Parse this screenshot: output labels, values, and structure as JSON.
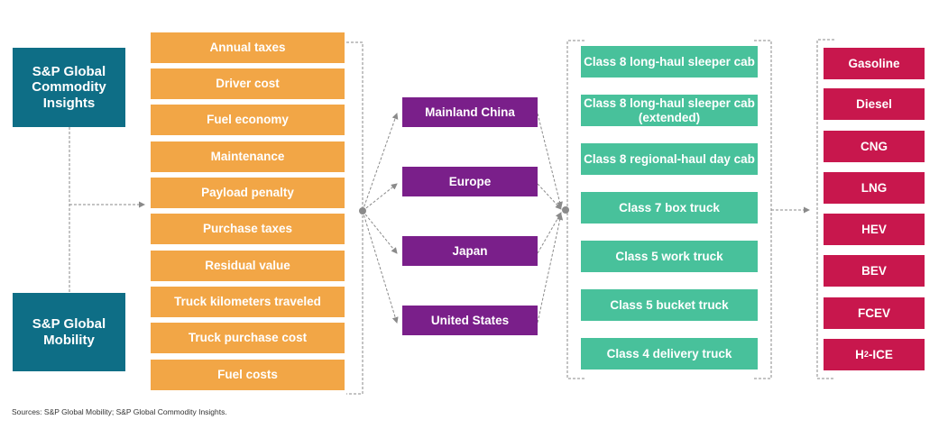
{
  "colors": {
    "source": "#0e6e86",
    "factor": "#f2a646",
    "region": "#7a1f8a",
    "truck": "#48c19b",
    "fuel": "#c8174d",
    "connector": "#8a8a8a"
  },
  "sources": [
    "S&P Global Commodity Insights",
    "S&P Global Mobility"
  ],
  "factors": [
    "Annual taxes",
    "Driver cost",
    "Fuel economy",
    "Maintenance",
    "Payload penalty",
    "Purchase taxes",
    "Residual value",
    "Truck kilometers traveled",
    "Truck purchase cost",
    "Fuel costs"
  ],
  "regions": [
    "Mainland China",
    "Europe",
    "Japan",
    "United States"
  ],
  "trucks": [
    "Class 8 long-haul sleeper cab",
    "Class 8 long-haul sleeper cab (extended)",
    "Class 8 regional-haul day cab",
    "Class 7 box truck",
    "Class 5 work truck",
    "Class 5 bucket truck",
    "Class 4 delivery truck"
  ],
  "fuels": [
    "Gasoline",
    "Diesel",
    "CNG",
    "LNG",
    "HEV",
    "BEV",
    "FCEV"
  ],
  "fuel_h2": {
    "prefix": "H",
    "subscript": "2",
    "suffix": "-ICE"
  },
  "footnote": "Sources: S&P Global Mobility; S&P Global Commodity Insights."
}
